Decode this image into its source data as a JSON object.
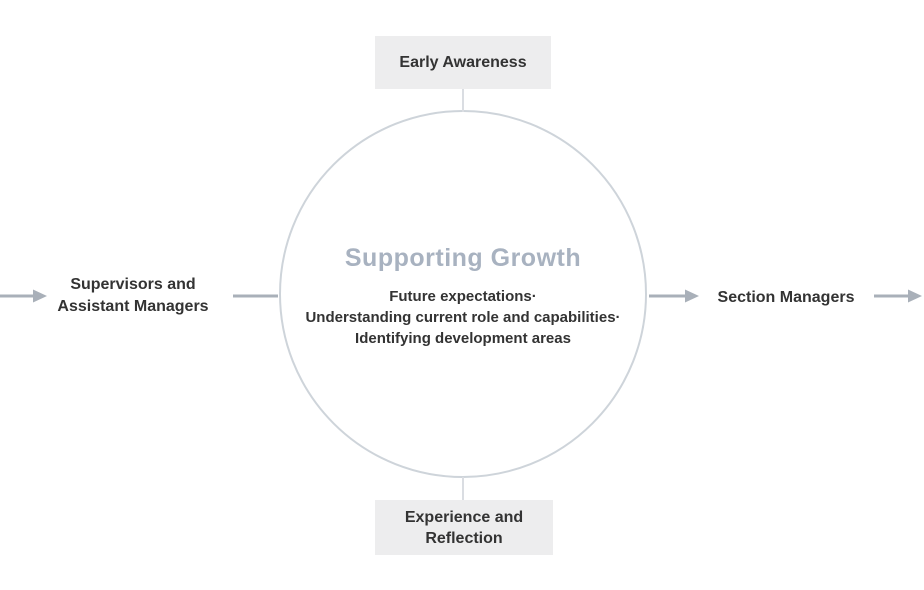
{
  "colors": {
    "bg": "#ffffff",
    "box-bg": "#ededee",
    "text-dark": "#333333",
    "title-gray": "#a8b2c0",
    "circle-stroke": "#ced4da",
    "connector-light": "#dadde2",
    "arrow-gray": "#a9b0b9"
  },
  "diagram": {
    "top_box": {
      "label": "Early Awareness"
    },
    "bottom_box": {
      "lines": [
        "Experience and",
        "Reflection"
      ]
    },
    "left_label": {
      "lines": [
        "Supervisors and",
        "Assistant Managers"
      ]
    },
    "right_label": {
      "label": "Section Managers"
    },
    "circle": {
      "title": "Supporting Growth",
      "items": [
        "Future expectations·",
        "Understanding current role and capabilities·",
        "Identifying development areas"
      ]
    }
  }
}
